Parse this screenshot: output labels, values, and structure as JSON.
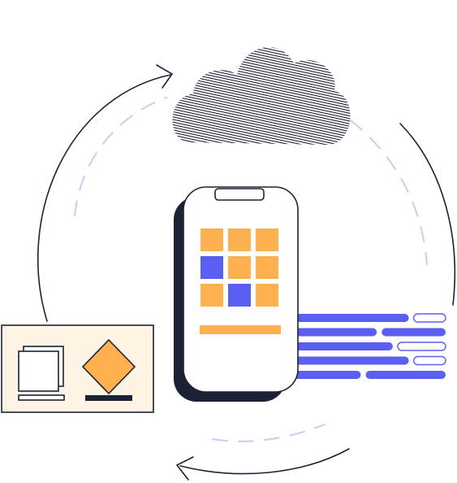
{
  "illustration": {
    "colors": {
      "ink": "#1b2236",
      "accent_orange": "#ffb04f",
      "accent_blue": "#5a5ff2",
      "dash_light": "#c8ccf2",
      "panel_bg": "#fff3e4",
      "phone_bg": "#ffffff"
    },
    "icons": {
      "cloud": "cloud-icon",
      "phone": "smartphone-icon",
      "windows": "stacked-windows-icon",
      "diamond": "diamond-shape-icon",
      "bars": "progress-bars-icon"
    },
    "app_grid": {
      "rows": 3,
      "cols": 3,
      "cell_colors": [
        "#ffb04f",
        "#ffb04f",
        "#ffb04f",
        "#5a5ff2",
        "#ffb04f",
        "#ffb04f",
        "#ffb04f",
        "#5a5ff2",
        "#ffb04f"
      ]
    },
    "progress_rows": [
      {
        "primary": 0.8,
        "secondary_filled": false
      },
      {
        "primary": 0.6,
        "secondary_filled": true
      },
      {
        "primary": 0.7,
        "secondary_filled": false
      },
      {
        "primary": 0.8,
        "secondary_filled": false
      },
      {
        "primary": 0.5,
        "secondary_filled": true
      }
    ]
  }
}
